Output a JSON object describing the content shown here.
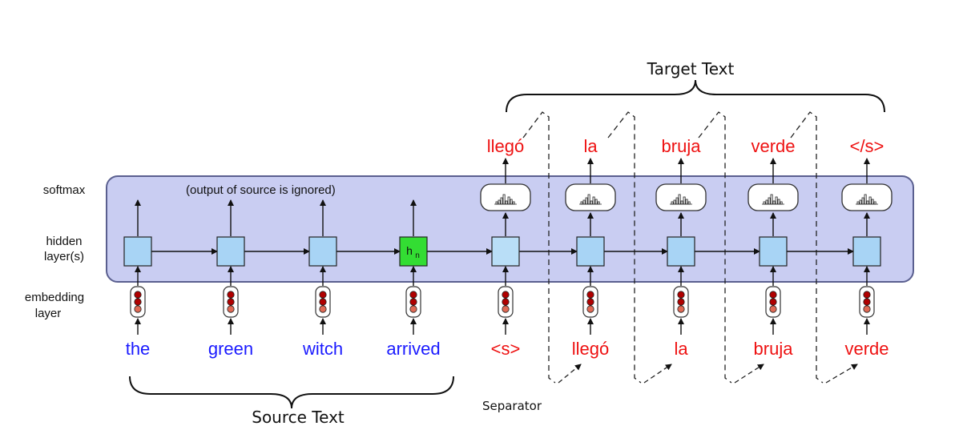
{
  "title_target": "Target Text",
  "title_source": "Source Text",
  "separator_label": "Separator",
  "note": "(output of source is ignored)",
  "layer_labels": {
    "softmax": "softmax",
    "hidden_1": "hidden",
    "hidden_2": "layer(s)",
    "embedding_1": "embedding",
    "embedding_2": "layer"
  },
  "hn_label": "h",
  "hn_sub": "n",
  "source_words": [
    "the",
    "green",
    "witch",
    "arrived"
  ],
  "decoder_inputs": [
    "<s>",
    "llegó",
    "la",
    "bruja",
    "verde"
  ],
  "target_words": [
    "llegó",
    "la",
    "bruja",
    "verde",
    "</s>"
  ],
  "colors": {
    "source_word": "#1a1aff",
    "target_word": "#ee1111",
    "panel_fill": "#c9cdf2",
    "panel_stroke": "#5a5f8f",
    "hidden_box": "#a8d4f5",
    "hn_box": "#33dd33",
    "emb_dark": "#b00000",
    "emb_light": "#e06a55"
  }
}
